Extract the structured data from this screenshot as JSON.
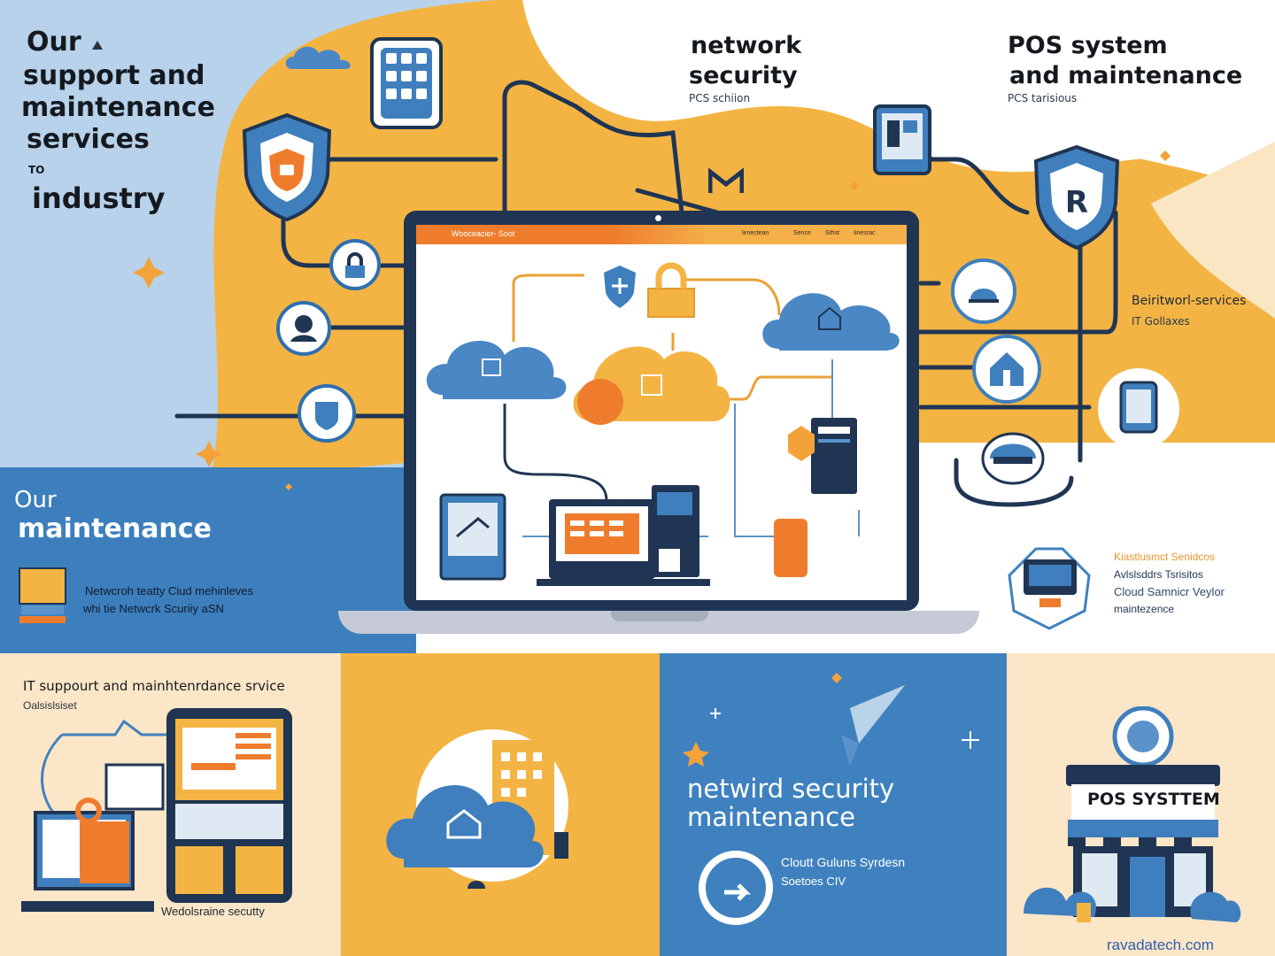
{
  "hero": {
    "title_line1": "Our",
    "title_line2": "support and",
    "title_line3": "maintenance",
    "title_line4": "services",
    "title_small": "TO",
    "title_line5": "industry"
  },
  "network_security": {
    "title_line1": "network",
    "title_line2": "security",
    "subtitle": "PCS schiion"
  },
  "pos_maintenance": {
    "title_line1": "POS system",
    "title_line2": "and maintenance",
    "subtitle": "PCS tarisious"
  },
  "right_labels": {
    "label1": "Beiritworl-services",
    "label2": "IT Gollaxes"
  },
  "left_maintenance": {
    "line1": "Our",
    "line2": "maintenance",
    "desc1": "Netwcroh teatty Ciud mehinleves",
    "desc2": "whi tie Netwcrk Scuriiy aSN"
  },
  "screen": {
    "header_left": "Wooceacier- Soot",
    "nav": [
      "lenectean",
      "Sence",
      "Sthst",
      "Iinesrac"
    ]
  },
  "right_list": {
    "item1": "Kiastlusmct Senidcos",
    "item2": "Avlslsddrs Tsrisitos",
    "item3": "Cloud Samnicr Veylor",
    "item4": "maintezence"
  },
  "panel_it": {
    "title": "IT suppourt and mainhtenrdance srvice",
    "subtitle": "Oalsislsiset",
    "caption": "Wedolsraine secutty"
  },
  "panel_net": {
    "title_line1": "netwird security",
    "title_line2": "maintenance",
    "caption1": "Cloutt Guluns Syrdesn",
    "caption2": "Soetoes CIV"
  },
  "panel_pos": {
    "sign": "POS SYSTTEM"
  },
  "footer": {
    "site": "ravadatech.com"
  },
  "colors": {
    "blue": "#3f82bf",
    "light_blue": "#b9d3e9",
    "yellow": "#f2b441",
    "orange": "#ef7c2d",
    "navy": "#1f3553",
    "cream": "#fbe6c4"
  },
  "icons": [
    "calculator-icon",
    "shield-icon",
    "lock-icon",
    "cloud-icon",
    "server-icon",
    "pos-terminal-icon",
    "storefront-icon",
    "rocket-icon"
  ]
}
